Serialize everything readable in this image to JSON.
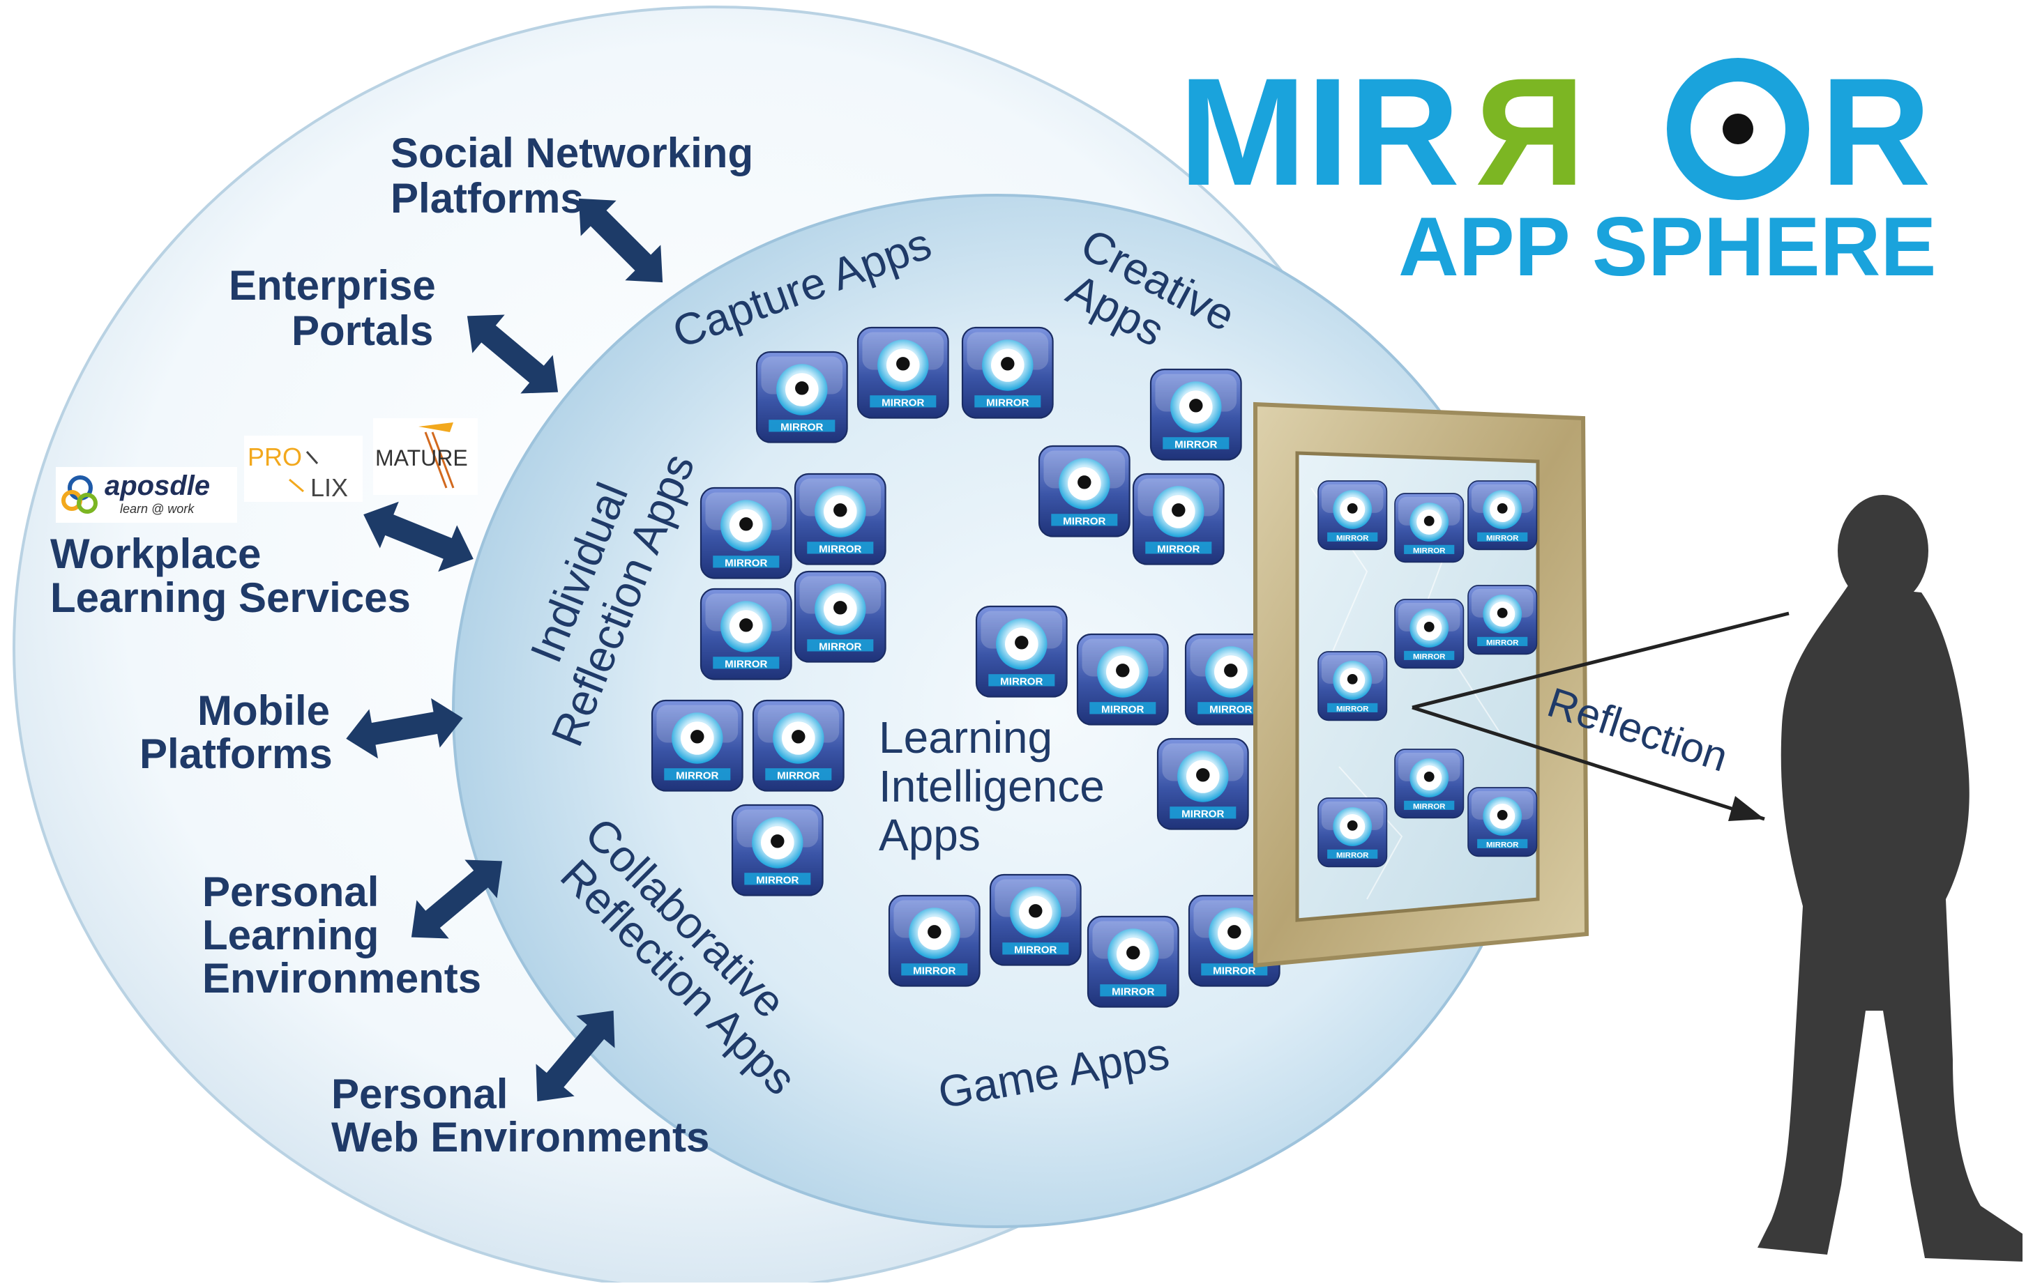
{
  "brand": {
    "title_parts": [
      "MIR",
      "Я",
      "O",
      "R"
    ],
    "subtitle": "APP SPHERE",
    "color_blue": "#1aa3dc",
    "color_green": "#7cb623"
  },
  "outer_sphere_labels": {
    "social": [
      "Social Networking",
      "Platforms"
    ],
    "enterprise": [
      "Enterprise",
      "Portals"
    ],
    "workplace": [
      "Workplace",
      "Learning Services"
    ],
    "mobile": [
      "Mobile",
      "Platforms"
    ],
    "ple": [
      "Personal",
      "Learning",
      "Environments"
    ],
    "pwe": [
      "Personal",
      "Web Environments"
    ]
  },
  "partner_logos": {
    "aposdle": "aposdle",
    "aposdle_tagline": "learn @ work",
    "prolix_top": "PRO",
    "prolix_bottom": "LIX",
    "mature": "MATURE"
  },
  "inner_categories": {
    "capture": "Capture Apps",
    "creative": [
      "Creative",
      "Apps"
    ],
    "individual": [
      "Individual",
      "Reflection Apps"
    ],
    "learning_intelligence": [
      "Learning",
      "Intelligence",
      "Apps"
    ],
    "collaborative": [
      "Collaborative",
      "Reflection Apps"
    ],
    "game": "Game Apps"
  },
  "reflection_label": "Reflection",
  "app_icon_label": "MIRROR",
  "colors": {
    "label_navy": "#1f3a68",
    "arrow_navy": "#1d3b68",
    "icon_bg_top": "#5f77c6",
    "icon_bg_bottom": "#243a86",
    "silhouette": "#3a3a3a",
    "frame_gold": "#c9b78a"
  }
}
